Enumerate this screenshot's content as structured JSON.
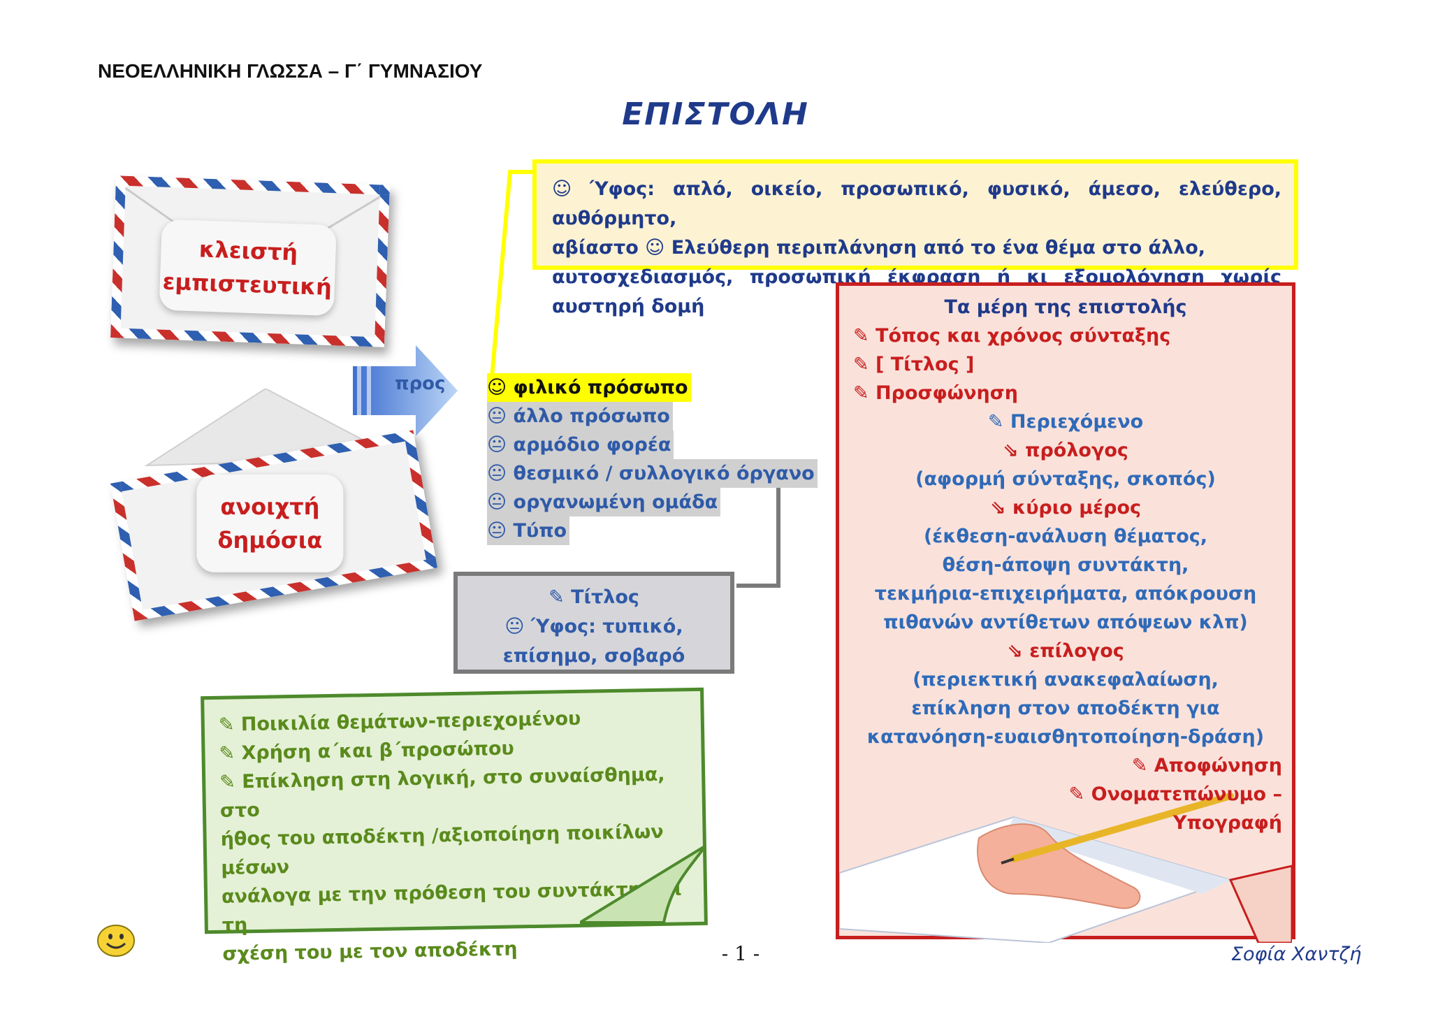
{
  "header": "ΝΕΟΕΛΛΗΝΙΚΗ ΓΛΩΣΣΑ – Γ΄ ΓΥΜΝΑΣΙΟΥ",
  "title": "ΕΠΙΣΤΟΛΗ",
  "closed_envelope": {
    "line1": "κλειστή",
    "line2": "εμπιστευτική"
  },
  "open_envelope": {
    "line1": "ανοιχτή",
    "line2": "δημόσια"
  },
  "arrow_label": "προς",
  "yellow_box": {
    "line1": "☺ Ύφος: απλό, οικείο, προσωπικό, φυσικό, άμεσο, ελεύθερο, αυθόρμητο,",
    "line2": "αβίαστο ☺ Ελεύθερη περιπλάνηση από το ένα θέμα στο άλλο,",
    "line3": "αυτοσχεδιασμός, προσωπική έκφραση ή κι εξομολόγηση χωρίς αυστηρή δομή"
  },
  "recipients": [
    "☺ φιλικό πρόσωπο",
    "😐 άλλο πρόσωπο",
    "😐 αρμόδιο φορέα",
    "😐 θεσμικό / συλλογικό όργανο",
    "😐 οργανωμένη ομάδα",
    "😐 Τύπο"
  ],
  "gray_box": {
    "line1": "✎ Τίτλος",
    "line2": "😐 Ύφος: τυπικό,",
    "line3": "επίσημο, σοβαρό"
  },
  "parts": {
    "heading": "Τα μέρη της επιστολής",
    "place_time": "✎ Τόπος και χρόνος σύνταξης",
    "title": "✎ [ Τίτλος ]",
    "address": "✎ Προσφώνηση",
    "content": "✎ Περιεχόμενο",
    "prologue": "⇘ πρόλογος",
    "prologue_desc": "(αφορμή σύνταξης, σκοπός)",
    "main": "⇘ κύριο μέρος",
    "main_desc1": "(έκθεση-ανάλυση θέματος,",
    "main_desc2": "θέση-άποψη συντάκτη,",
    "main_desc3": "τεκμήρια-επιχειρήματα, απόκρουση",
    "main_desc4": "πιθανών αντίθετων απόψεων κλπ)",
    "epilogue": "⇘ επίλογος",
    "epilogue_desc1": "(περιεκτική ανακεφαλαίωση,",
    "epilogue_desc2": "επίκληση στον αποδέκτη για",
    "epilogue_desc3": "κατανόηση-ευαισθητοποίηση-δράση)",
    "closing": "✎ Αποφώνηση",
    "name": "✎ Ονοματεπώνυμο –",
    "signature": "Υπογραφή"
  },
  "green_box": {
    "line1": "✎ Ποικιλία θεμάτων-περιεχομένου",
    "line2": "✎ Χρήση α΄και β΄προσώπου",
    "line3": "✎ Επίκληση στη λογική, στο συναίσθημα, στο",
    "line4": "ήθος του αποδέκτη /αξιοποίηση ποικίλων μέσων",
    "line5": "ανάλογα με την πρόθεση του συντάκτη και τη",
    "line6": "σχέση του με τον αποδέκτη"
  },
  "page_number": "- 1 -",
  "author": "Σοφία Χαντζή"
}
